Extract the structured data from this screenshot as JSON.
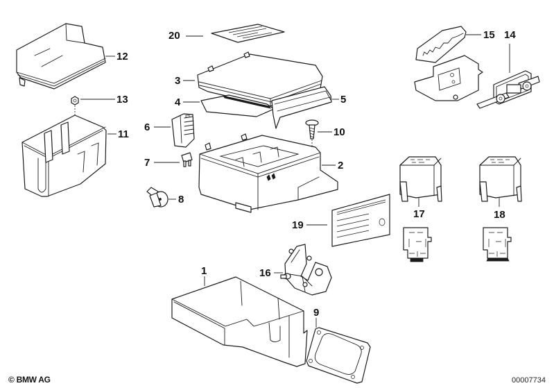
{
  "diagram": {
    "type": "exploded parts diagram",
    "subject": "fuse / relay box assembly",
    "callouts": [
      {
        "id": "1",
        "part": "lower tray housing"
      },
      {
        "id": "2",
        "part": "fuse box base"
      },
      {
        "id": "3",
        "part": "fuse box cover"
      },
      {
        "id": "4",
        "part": "seal / gasket sheet"
      },
      {
        "id": "5",
        "part": "side cover strip"
      },
      {
        "id": "6",
        "part": "relay holder clip"
      },
      {
        "id": "7",
        "part": "blade fuse"
      },
      {
        "id": "8",
        "part": "grommet plug"
      },
      {
        "id": "9",
        "part": "flange gasket"
      },
      {
        "id": "10",
        "part": "screw"
      },
      {
        "id": "11",
        "part": "auxiliary box housing"
      },
      {
        "id": "12",
        "part": "auxiliary box lid"
      },
      {
        "id": "13",
        "part": "nut"
      },
      {
        "id": "14",
        "part": "bridge connector"
      },
      {
        "id": "15",
        "part": "terminal block with cap"
      },
      {
        "id": "16",
        "part": "holder bracket"
      },
      {
        "id": "17",
        "part": "relay socket"
      },
      {
        "id": "18",
        "part": "relay socket"
      },
      {
        "id": "19",
        "part": "label sheet"
      },
      {
        "id": "20",
        "part": "fuse assignment label"
      }
    ]
  },
  "labels": {
    "l1": "1",
    "l2": "2",
    "l3": "3",
    "l4": "4",
    "l5": "5",
    "l6": "6",
    "l7": "7",
    "l8": "8",
    "l9": "9",
    "l10": "10",
    "l11": "11",
    "l12": "12",
    "l13": "13",
    "l14": "14",
    "l15": "15",
    "l16": "16",
    "l17": "17",
    "l18": "18",
    "l19": "19",
    "l20": "20"
  },
  "footer": {
    "copyright": "© BMW AG",
    "diagram_number": "00007734"
  }
}
